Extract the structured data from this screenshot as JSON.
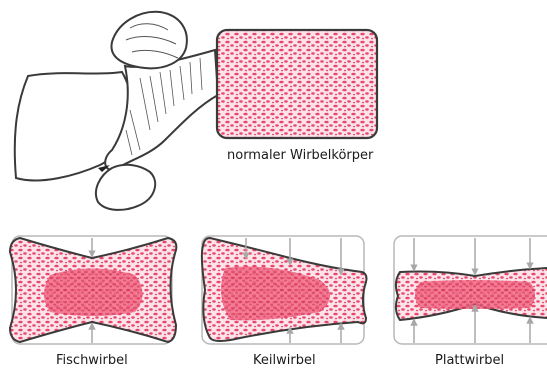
{
  "labels": {
    "normal": "normaler Wirbelkörper",
    "fisch": "Fischwirbel",
    "keil": "Keilwirbel",
    "platt": "Plattwirbel"
  },
  "colors": {
    "bone_fill": "#e8486a",
    "bone_background": "#fde3ea",
    "outline": "#3a3a3a",
    "reference_outline": "#b8b8b8",
    "arrow": "#a8a8a8"
  }
}
